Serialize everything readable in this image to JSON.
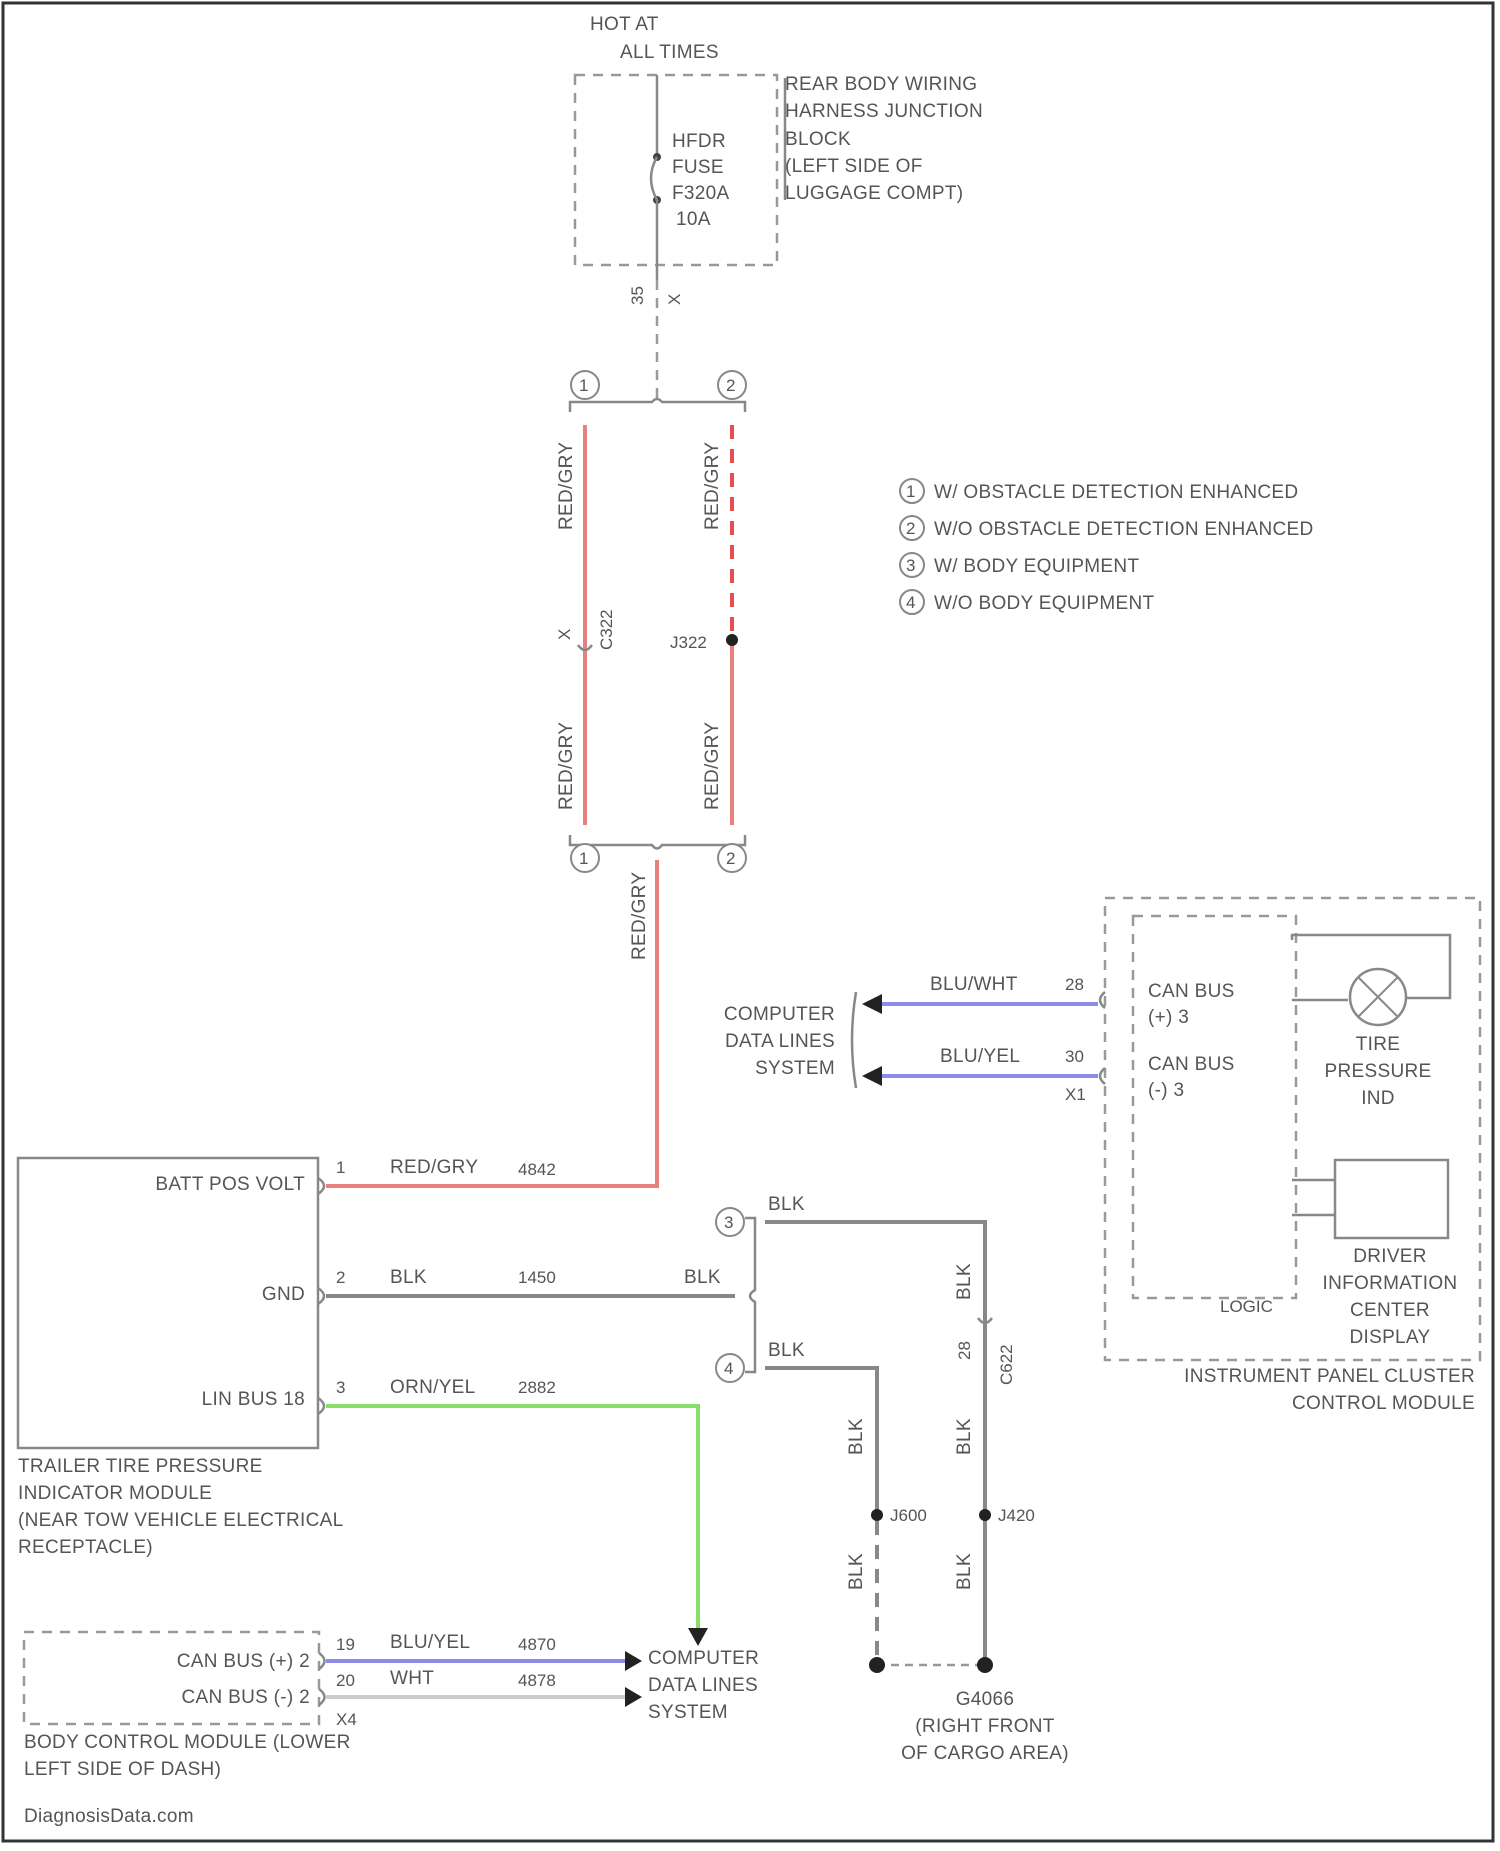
{
  "colors": {
    "red_wire": "#e88080",
    "red_dashed": "#e85050",
    "blue_wire": "#8c8ce8",
    "green_wire": "#88dd66",
    "black_wire": "#888888",
    "frame": "#333333"
  },
  "fuse_block": {
    "hot_line1": "HOT AT",
    "hot_line2": "ALL TIMES",
    "fuse_lines": [
      "HFDR",
      "FUSE",
      "F320A",
      "10A"
    ],
    "block_lines": [
      "REAR BODY WIRING",
      "HARNESS JUNCTION",
      "BLOCK",
      "(LEFT SIDE OF",
      "LUGGAGE COMPT)"
    ],
    "pins": [
      "35",
      "X"
    ]
  },
  "legend": {
    "items": [
      {
        "mark": "1",
        "text": "W/ OBSTACLE DETECTION ENHANCED"
      },
      {
        "mark": "2",
        "text": "W/O OBSTACLE DETECTION ENHANCED"
      },
      {
        "mark": "3",
        "text": "W/ BODY EQUIPMENT"
      },
      {
        "mark": "4",
        "text": "W/O BODY EQUIPMENT"
      }
    ]
  },
  "splice": {
    "top_marks": [
      "1",
      "2"
    ],
    "bottom_marks": [
      "1",
      "2"
    ],
    "left_upper_wire": "RED/GRY",
    "left_lower_wire": "RED/GRY",
    "right_upper_wire": "RED/GRY",
    "right_lower_wire": "RED/GRY",
    "left_mid_pin": "X",
    "left_mid_code": "C322",
    "right_splice": "J322",
    "below_wire": "RED/GRY"
  },
  "ttpim": {
    "pins": [
      "BATT POS VOLT",
      "GND",
      "LIN BUS 18"
    ],
    "pin_numbers": [
      "1",
      "2",
      "3"
    ],
    "name_lines": [
      "TRAILER TIRE PRESSURE",
      "INDICATOR MODULE",
      "(NEAR TOW VEHICLE ELECTRICAL",
      "RECEPTACLE)"
    ],
    "wire1_color": "RED/GRY",
    "wire1_num": "4842",
    "wire2_color": "BLK",
    "wire2_num": "1450",
    "wire3_color": "ORN/YEL",
    "wire3_num": "2882"
  },
  "ground": {
    "blk_labels": [
      "BLK",
      "BLK",
      "BLK",
      "BLK",
      "BLK",
      "BLK",
      "BLK",
      "BLK"
    ],
    "mark3": "3",
    "mark4": "4",
    "pin_x": "28",
    "code_c": "C622",
    "splice1": "J600",
    "splice2": "J420",
    "ground_lines": [
      "G4066",
      "(RIGHT FRONT",
      "OF CARGO AREA)"
    ]
  },
  "ipc": {
    "can_hi_lines": [
      "CAN BUS",
      "(+) 3"
    ],
    "can_lo_lines": [
      "CAN BUS",
      "(-) 3"
    ],
    "tire_lines": [
      "TIRE",
      "PRESSURE",
      "IND"
    ],
    "dic_lines": [
      "DRIVER",
      "INFORMATION",
      "CENTER",
      "DISPLAY"
    ],
    "logic": "LOGIC",
    "name_lines": [
      "INSTRUMENT PANEL CLUSTER",
      "CONTROL MODULE"
    ],
    "wire_hi": "BLU/WHT",
    "wire_lo": "BLU/YEL",
    "pin_hi": "28",
    "pin_lo": "30",
    "pin_x2": "X1",
    "dest_lines": [
      "COMPUTER",
      "DATA LINES",
      "SYSTEM"
    ]
  },
  "bcm": {
    "pins": [
      "CAN BUS (+) 2",
      "CAN BUS (-) 2"
    ],
    "pin_numbers": [
      "19",
      "20",
      "X4"
    ],
    "name_lines": [
      "BODY CONTROL MODULE (LOWER",
      "LEFT SIDE OF DASH)"
    ],
    "wire_hi": "BLU/YEL",
    "wire_hi_num": "4870",
    "wire_lo": "WHT",
    "wire_lo_num": "4878",
    "dest_lines": [
      "COMPUTER",
      "DATA LINES",
      "SYSTEM"
    ]
  },
  "footer": "DiagnosisData.com"
}
